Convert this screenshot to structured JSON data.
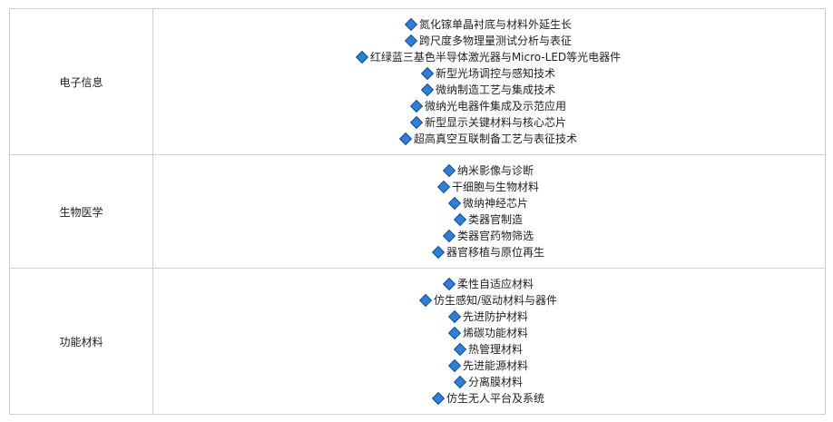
{
  "table": {
    "rows": [
      {
        "category": "电子信息",
        "items": [
          "氮化镓单晶衬底与材料外延生长",
          "跨尺度多物理量测试分析与表征",
          "红绿蓝三基色半导体激光器与Micro-LED等光电器件",
          "新型光场调控与感知技术",
          "微纳制造工艺与集成技术",
          "微纳光电器件集成及示范应用",
          "新型显示关键材料与核心芯片",
          "超高真空互联制备工艺与表征技术"
        ]
      },
      {
        "category": "生物医学",
        "items": [
          "纳米影像与诊断",
          "干细胞与生物材料",
          "微纳神经芯片",
          "类器官制造",
          "类器官药物筛选",
          "器官移植与原位再生"
        ]
      },
      {
        "category": "功能材料",
        "items": [
          "柔性自适应材料",
          "仿生感知/驱动材料与器件",
          "先进防护材料",
          "烯碳功能材料",
          "热管理材料",
          "先进能源材料",
          "分离膜材料",
          "仿生无人平台及系统"
        ]
      }
    ]
  },
  "icons": {
    "bullet": "diamond-icon"
  },
  "colors": {
    "bullet_fill": "#2f7fd6",
    "bullet_border": "#1a4f99",
    "grid_line": "#cfcfcf"
  }
}
